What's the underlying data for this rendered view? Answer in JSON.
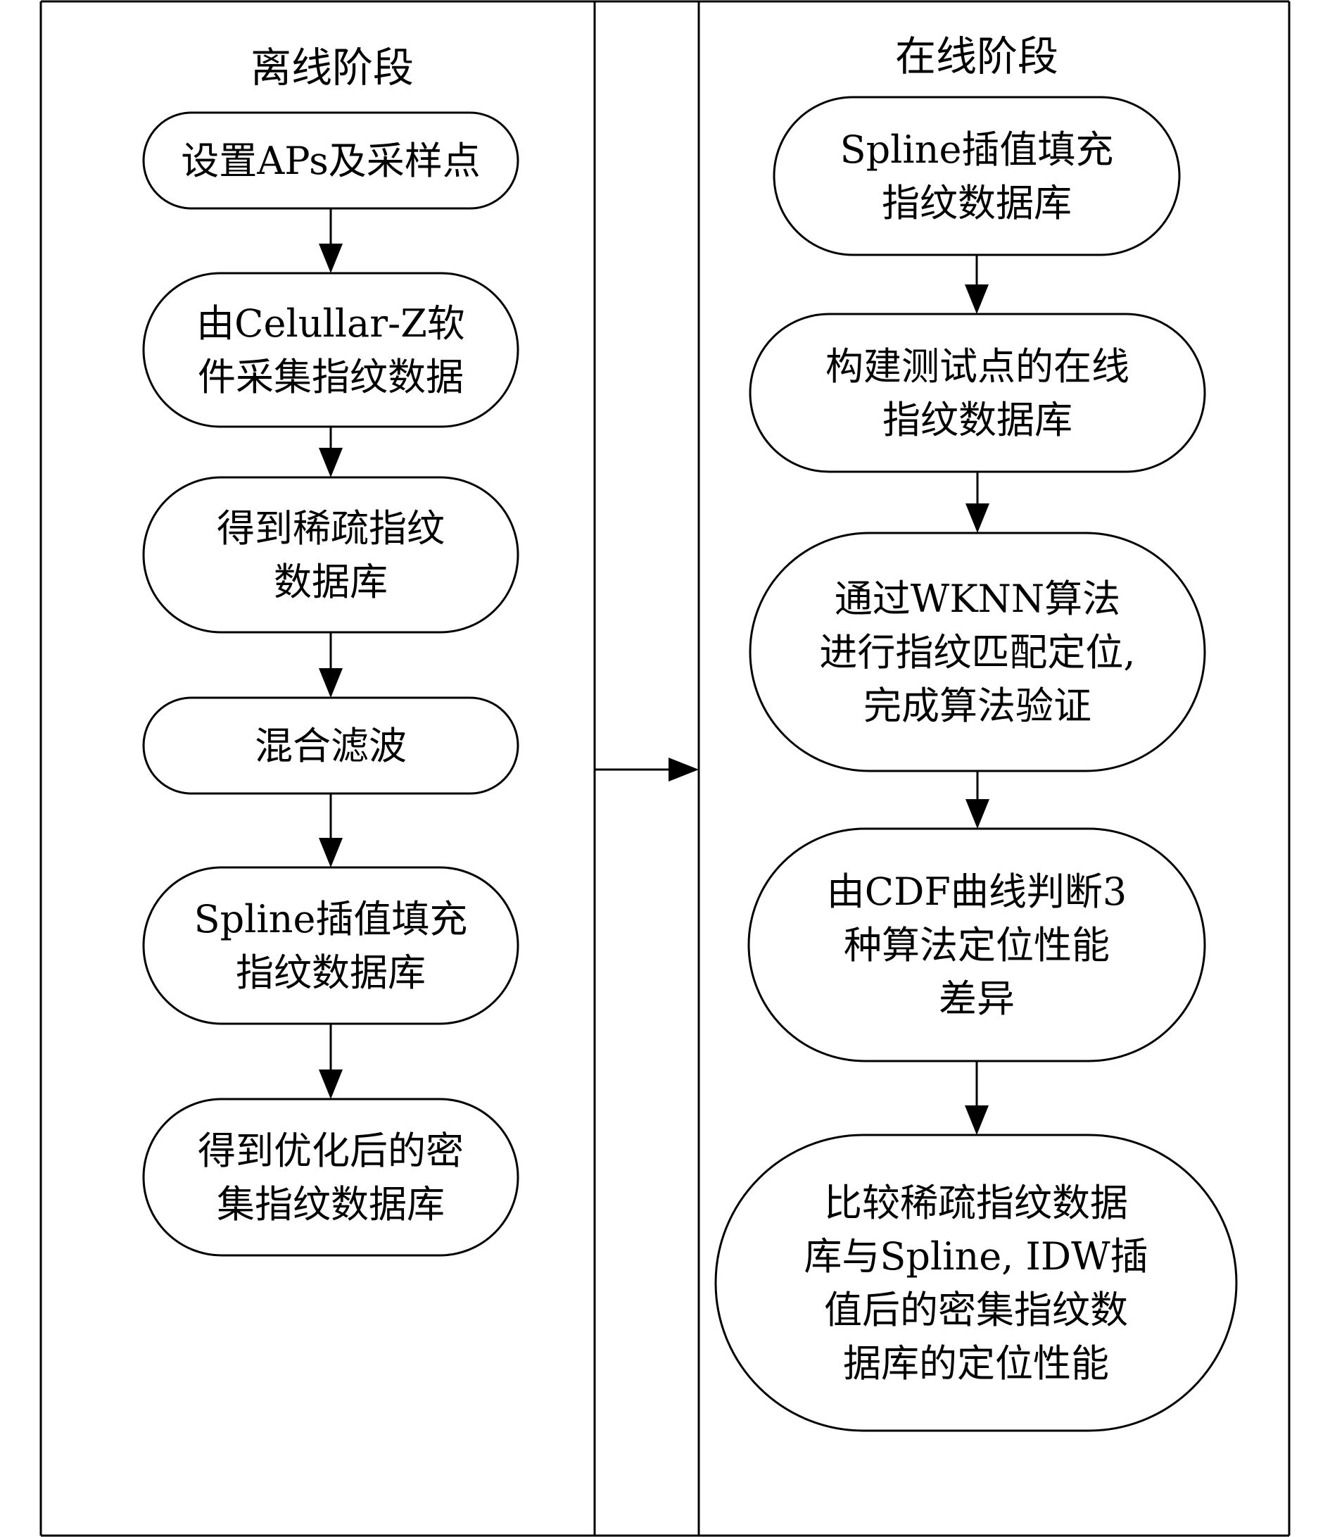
{
  "offline": {
    "title": "离线阶段",
    "steps": [
      {
        "lines": [
          "设置APs及采样点"
        ]
      },
      {
        "lines": [
          "由Celullar-Z软",
          "件采集指纹数据"
        ]
      },
      {
        "lines": [
          "得到稀疏指纹",
          "数据库"
        ]
      },
      {
        "lines": [
          "混合滤波"
        ]
      },
      {
        "lines": [
          "Spline插值填充",
          "指纹数据库"
        ]
      },
      {
        "lines": [
          "得到优化后的密",
          "集指纹数据库"
        ]
      }
    ]
  },
  "online": {
    "title": "在线阶段",
    "steps": [
      {
        "lines": [
          "Spline插值填充",
          "指纹数据库"
        ]
      },
      {
        "lines": [
          "构建测试点的在线",
          "指纹数据库"
        ]
      },
      {
        "lines": [
          "通过WKNN算法",
          "进行指纹匹配定位,",
          "完成算法验证"
        ]
      },
      {
        "lines": [
          "由CDF曲线判断3",
          "种算法定位性能",
          "差异"
        ]
      },
      {
        "lines": [
          "比较稀疏指纹数据",
          "库与Spline, IDW插",
          "值后的密集指纹数",
          "据库的定位性能"
        ]
      }
    ]
  }
}
